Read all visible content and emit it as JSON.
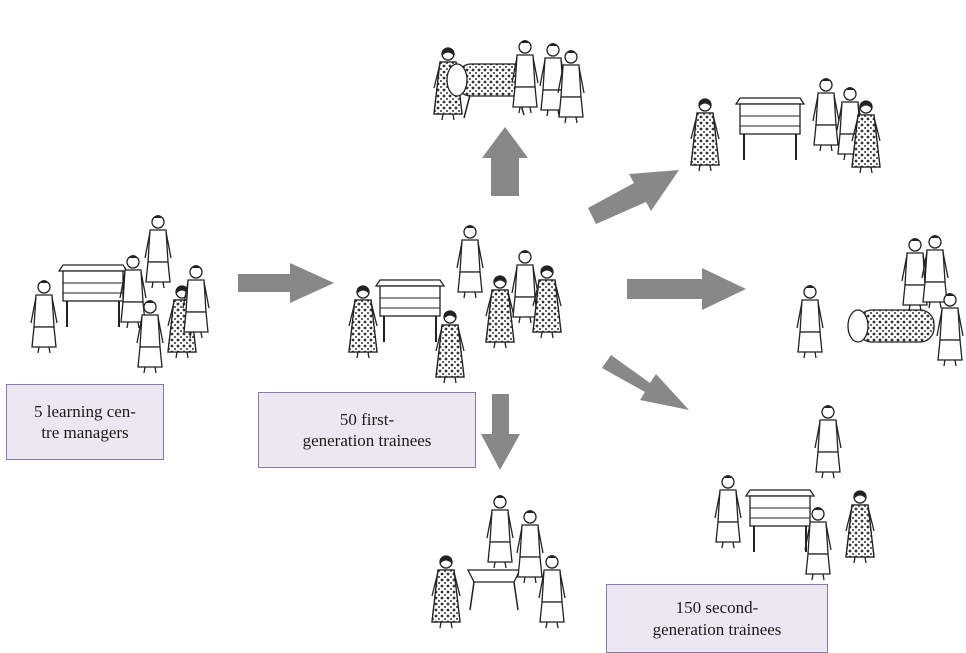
{
  "colors": {
    "arrow": "#888888",
    "box_fill": "#ebe7f3",
    "box_border": "#8a78b0",
    "ink": "#222222"
  },
  "labels": {
    "managers": {
      "line1": "5 learning cen-",
      "line2": "tre managers"
    },
    "first_gen": {
      "line1": "50 first-",
      "line2": "generation trainees"
    },
    "second_gen": {
      "line1": "150 second-",
      "line2": "generation trainees"
    }
  }
}
